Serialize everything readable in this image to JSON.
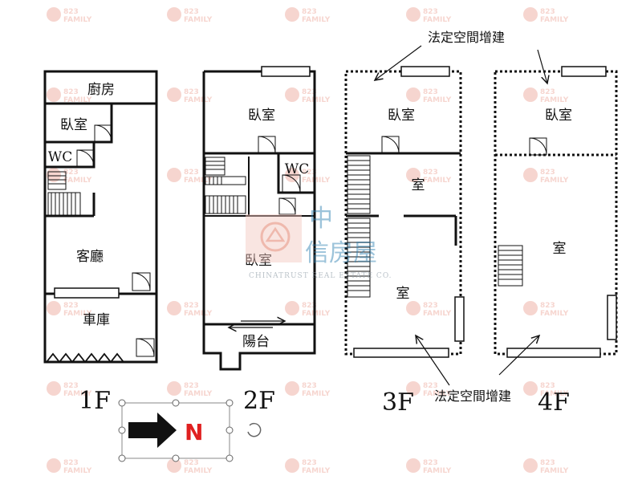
{
  "watermark": {
    "number": "823",
    "word": "FAMILY"
  },
  "logo": {
    "char": "中",
    "title": "信房屋",
    "subtitle": "CHINATRUST REAL ESTATE CO."
  },
  "floors": {
    "f1": {
      "label": "1F",
      "rooms": {
        "kitchen": "廚房",
        "bedroom": "臥室",
        "wc": "WC",
        "living": "客廳",
        "garage": "車庫"
      }
    },
    "f2": {
      "label": "2F",
      "rooms": {
        "bedroom_front": "臥室",
        "wc": "WC",
        "bedroom_back": "臥室",
        "balcony": "陽台"
      }
    },
    "f3": {
      "label": "3F",
      "rooms": {
        "bedroom": "臥室",
        "room_upper": "室",
        "room_lower": "室"
      }
    },
    "f4": {
      "label": "4F",
      "rooms": {
        "bedroom": "臥室",
        "room": "室"
      }
    }
  },
  "annotations": {
    "top": "法定空間增建",
    "bottom": "法定空間增建"
  },
  "compass": {
    "letter": "N"
  }
}
